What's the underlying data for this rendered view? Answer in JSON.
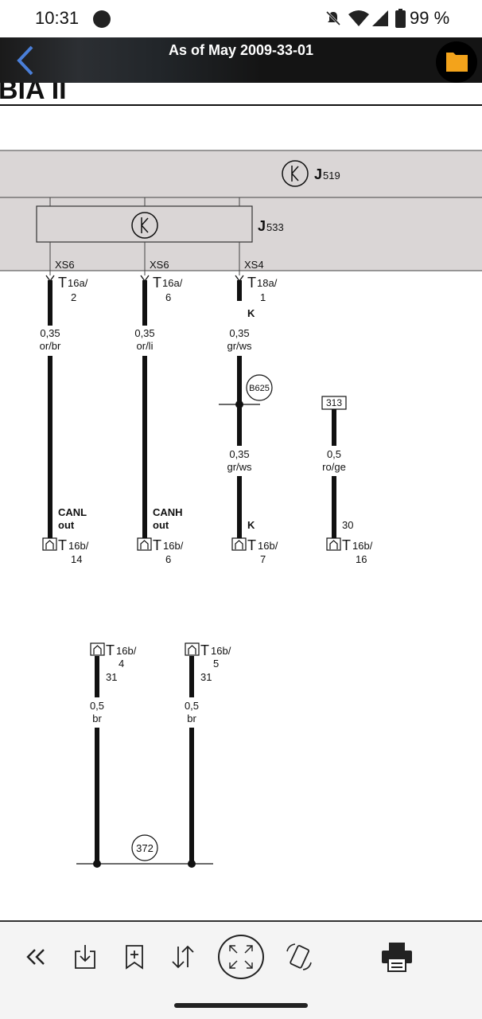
{
  "status_bar": {
    "time": "10:31",
    "battery": "99 %"
  },
  "header": {
    "title": "As of May 2009-33-01"
  },
  "diagram": {
    "heading_fragment": "BIA II",
    "j519": {
      "letter": "J",
      "sub": "519"
    },
    "j533": {
      "letter": "J",
      "sub": "533"
    },
    "connectors_top": [
      {
        "name": "XS6",
        "t": "T",
        "sub": "16a/",
        "pin": "2",
        "gauge": "0,35",
        "color": "or/br"
      },
      {
        "name": "XS6",
        "t": "T",
        "sub": "16a/",
        "pin": "6",
        "gauge": "0,35",
        "color": "or/li"
      },
      {
        "name": "XS4",
        "t": "T",
        "sub": "18a/",
        "pin": "1",
        "extra": "K",
        "gauge": "0,35",
        "color": "gr/ws"
      }
    ],
    "b625": "B625",
    "box313": "313",
    "lower_wires": [
      {
        "gauge": "0,35",
        "color": "gr/ws"
      },
      {
        "gauge": "0,5",
        "color": "ro/ge"
      }
    ],
    "connectors_bottom": [
      {
        "label1": "CANL",
        "label2": "out",
        "t": "T",
        "sub": "16b/",
        "pin": "14"
      },
      {
        "label1": "CANH",
        "label2": "out",
        "t": "T",
        "sub": "16b/",
        "pin": "6"
      },
      {
        "label1": "K",
        "label2": "",
        "t": "T",
        "sub": "16b/",
        "pin": "7"
      },
      {
        "label1": "30",
        "label2": "",
        "t": "T",
        "sub": "16b/",
        "pin": "16"
      }
    ],
    "ground_connectors": [
      {
        "t": "T",
        "sub": "16b/",
        "pin": "4",
        "term": "31",
        "gauge": "0,5",
        "color": "br"
      },
      {
        "t": "T",
        "sub": "16b/",
        "pin": "5",
        "term": "31",
        "gauge": "0,5",
        "color": "br"
      }
    ],
    "node372": "372"
  },
  "toolbar": {
    "icons": [
      "double-chevron-left-icon",
      "download-icon",
      "bookmark-add-icon",
      "sort-icon",
      "fullscreen-icon",
      "rotate-icon",
      "print-icon"
    ]
  }
}
